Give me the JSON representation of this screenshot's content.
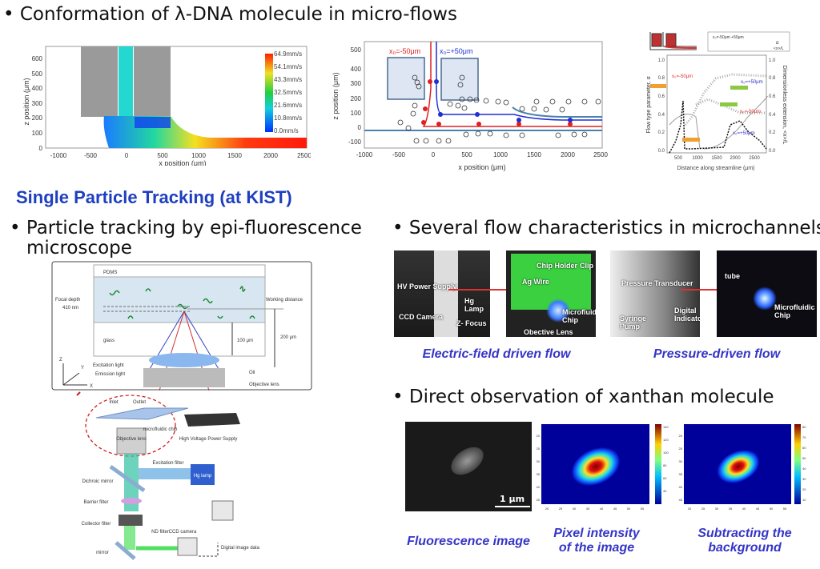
{
  "slide": {
    "heading1": "• Conformation of λ-DNA molecule in micro-flows",
    "subtitle": "Single Particle Tracking (at KIST)",
    "heading2_line1": "• Particle tracking by epi-fluorescence",
    "heading2_line2": "microscope",
    "heading3": "• Several flow characteristics in microchannels",
    "heading4": "• Direct observation of xanthan molecule"
  },
  "fig_velocity": {
    "ylabel": "z position (μm)",
    "xlabel": "x position (μm)",
    "yticks": [
      "0",
      "100",
      "200",
      "300",
      "400",
      "500",
      "600"
    ],
    "xticks": [
      "-1000",
      "-500",
      "0",
      "500",
      "1000",
      "1500",
      "2000",
      "2500"
    ],
    "colorbar": [
      "64.9mm/s",
      "54.1mm/s",
      "43.3mm/s",
      "32.5mm/s",
      "21.6mm/s",
      "10.8mm/s",
      "0.0mm/s"
    ]
  },
  "fig_trajectory": {
    "ylabel": "z position (μm)",
    "xlabel": "x position (μm)",
    "yticks": [
      "-100",
      "0",
      "100",
      "200",
      "300",
      "400",
      "500"
    ],
    "xticks": [
      "-1000",
      "-500",
      "0",
      "500",
      "1000",
      "1500",
      "2000",
      "2500"
    ],
    "label_red": "x₀=-50μm",
    "label_blue": "x₀=+50μm",
    "color_red": "#e02020",
    "color_blue": "#1f2fd0"
  },
  "fig_flowtype": {
    "ylabel_left": "Flow type parameter, α",
    "ylabel_right": "Dimensionless extension, <x>/L",
    "xlabel": "Distance along streamline (μm)",
    "yticks": [
      "0.0",
      "0.2",
      "0.4",
      "0.6",
      "0.8",
      "1.0"
    ],
    "xticks": [
      "500",
      "1000",
      "1500",
      "2000",
      "2500"
    ],
    "legend_header": "x₀=-50μm  +50μm",
    "legend_alpha": "α",
    "legend_ext": "<x>/L",
    "ann_red1": "x₀=-50μm",
    "ann_blue1": "x₀=+50μm",
    "ann_red2": "x₀=-50μm",
    "ann_blue2": "x₀=+50μm"
  },
  "diagram_focus": {
    "pdms": "PDMS",
    "focal_depth": "Focal depth",
    "focal_value": "410 nm",
    "working_distance": "Working distance",
    "glass": "glass",
    "d100": "100 μm",
    "d200": "200 μm",
    "excitation": "Excitation light",
    "emission": "Emission light",
    "oil": "Oil",
    "objective": "Objective lens",
    "axis_z": "Z",
    "axis_y": "Y",
    "axis_x": "X"
  },
  "diagram_setup": {
    "inlet": "Inlet",
    "outlet": "Outlet",
    "chip": "microfluidic chip",
    "objective": "Objective lens",
    "hv": "High Voltage Power Supply",
    "exc_filter": "Excitation filter",
    "hg": "Hg lamp",
    "dichroic": "Dichroic mirror",
    "barrier": "Barrier filter",
    "collector": "Collector filter",
    "nd": "ND filter",
    "ccd": "CCD camera",
    "mirror": "mirror",
    "digital": "Digital image data"
  },
  "photos": {
    "p1": [
      "HV Power Supply",
      "Hg Lamp",
      "CCD Camera",
      "Z- Focus"
    ],
    "p2": [
      "Chip Holder",
      "Clip",
      "Ag Wire",
      "Microfluidic Chip",
      "Obective Lens"
    ],
    "p3": [
      "Pressure Transducer",
      "Syringe Pump",
      "Digital Indicator"
    ],
    "p4": [
      "tube",
      "Microfluidic Chip"
    ],
    "caption_electric": "Electric-field driven flow",
    "caption_pressure": "Pressure-driven flow"
  },
  "xanthan": {
    "scale_bar": "1 μm",
    "heat_xticks": [
      "20",
      "25",
      "30",
      "35",
      "40",
      "45",
      "50",
      "55"
    ],
    "heat_yticks": [
      "20",
      "25",
      "30",
      "35",
      "40",
      "45"
    ],
    "colorbar1": [
      "140",
      "120",
      "100",
      "80",
      "60",
      "40"
    ],
    "colorbar2": [
      "80",
      "70",
      "60",
      "50",
      "40",
      "30",
      "20",
      "10"
    ],
    "caption1": "Fluorescence image",
    "caption2_l1": "Pixel intensity",
    "caption2_l2": "of the image",
    "caption3_l1": "Subtracting the",
    "caption3_l2": "background"
  }
}
